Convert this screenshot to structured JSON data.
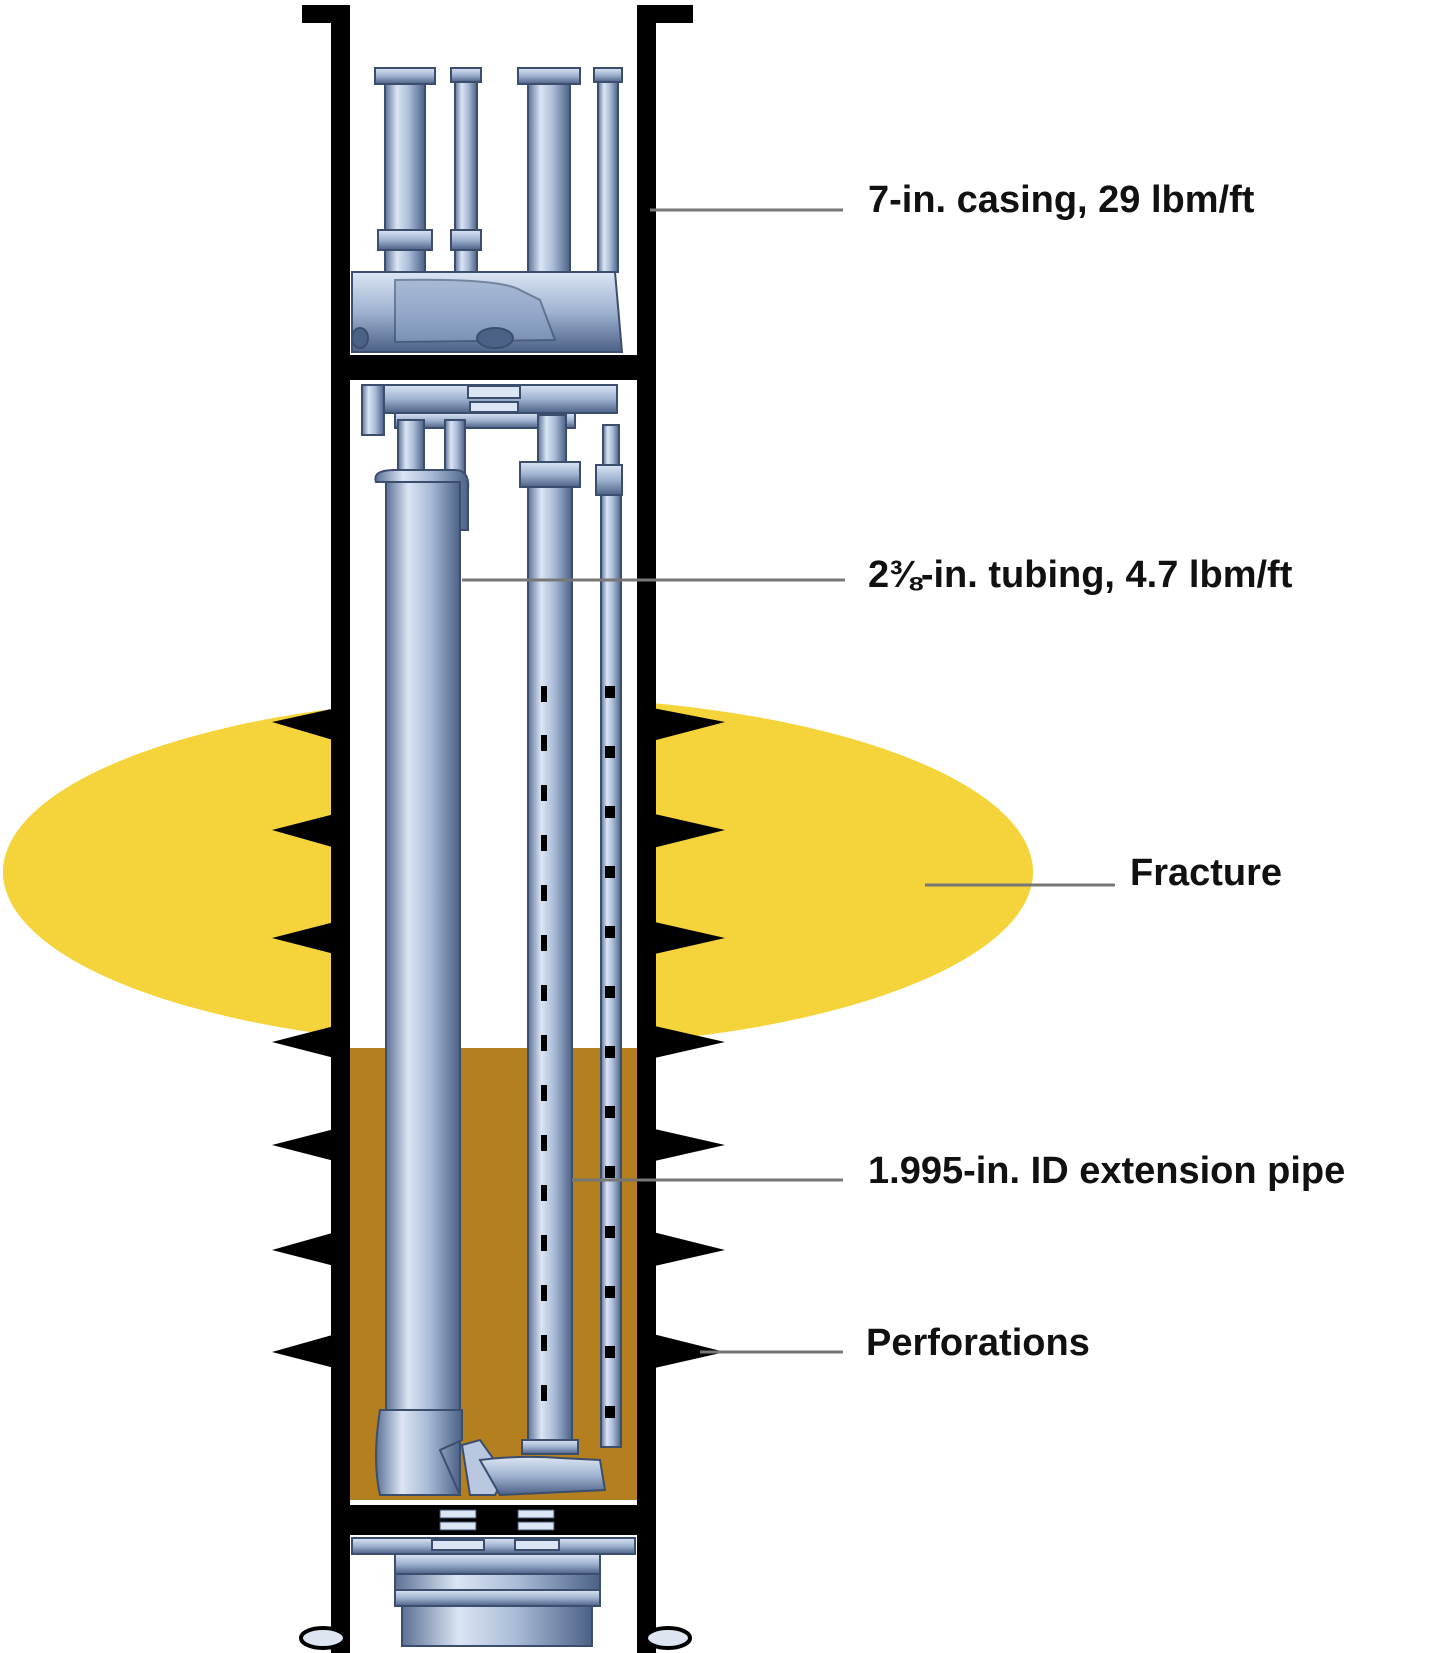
{
  "labels": {
    "casing": "7-in. casing, 29 lbm/ft",
    "tubing": "2⅜-in. tubing, 4.7 lbm/ft",
    "fracture": "Fracture",
    "extension_pipe": "1.995-in. ID extension pipe",
    "perforations": "Perforations"
  },
  "colors": {
    "fracture": "#f5d33a",
    "sand_fill": "#b47f1e",
    "steel_light": "#c9d6ea",
    "steel_mid": "#8ea4c6",
    "steel_dark": "#4b6186",
    "casing_wall": "#000000",
    "leader_line": "#777777"
  }
}
